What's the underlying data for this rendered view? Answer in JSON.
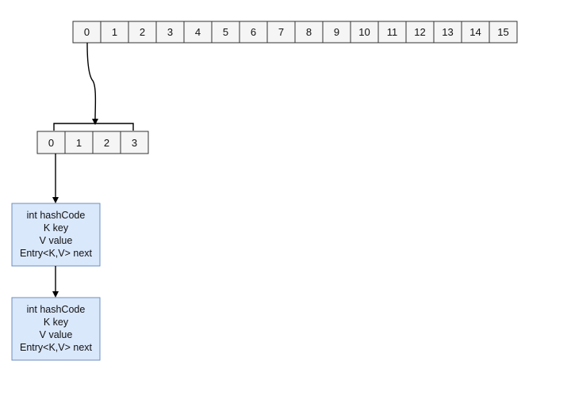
{
  "outer_array": {
    "cells": [
      "0",
      "1",
      "2",
      "3",
      "4",
      "5",
      "6",
      "7",
      "8",
      "9",
      "10",
      "11",
      "12",
      "13",
      "14",
      "15"
    ]
  },
  "inner_array": {
    "cells": [
      "0",
      "1",
      "2",
      "3"
    ]
  },
  "entries": [
    {
      "fields": [
        "int hashCode",
        "K key",
        "V value",
        "Entry<K,V> next"
      ]
    },
    {
      "fields": [
        "int hashCode",
        "K key",
        "V value",
        "Entry<K,V> next"
      ]
    }
  ],
  "colors": {
    "cell_fill": "#f5f5f5",
    "cell_stroke": "#333333",
    "node_fill": "#dae8fc",
    "node_stroke": "#6c8ebf",
    "edge": "#000000"
  }
}
